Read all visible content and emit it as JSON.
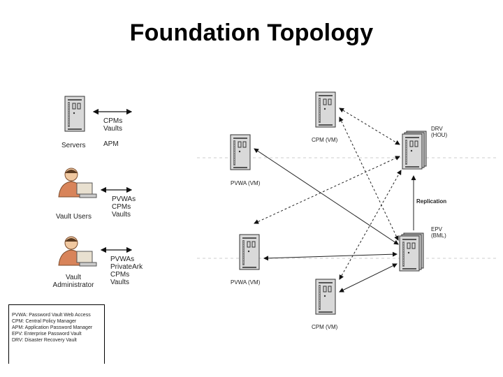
{
  "title": "Foundation Topology",
  "left": {
    "servers_label": "Servers",
    "servers_links": [
      "CPMs",
      "Vaults"
    ],
    "apm_label": "APM",
    "vault_users_label": "Vault Users",
    "vault_users_links": [
      "PVWAs",
      "CPMs",
      "Vaults"
    ],
    "vault_admin_label": "Vault Administrator",
    "vault_admin_links": [
      "PVWAs",
      "PrivateArk",
      "CPMs",
      "Vaults"
    ]
  },
  "nodes": {
    "cpm_top": "CPM (VM)",
    "pvwa_top": "PVWA (VM)",
    "drv": [
      "DRV",
      "(HOU)"
    ],
    "replication": "Replication",
    "epv": [
      "EPV",
      "(BML)"
    ],
    "pvwa_bottom": "PVWA (VM)",
    "cpm_bottom": "CPM (VM)"
  },
  "legend": [
    "PVWA: Password Vault Web Access",
    "CPM: Central Policy Manager",
    "APM: Application Password Manager",
    "EPV: Enterprise Password Vault",
    "DRV: Disaster Recovery Vault"
  ]
}
